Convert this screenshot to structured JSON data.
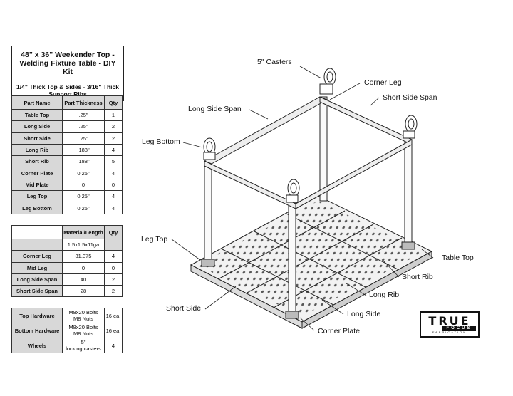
{
  "title": {
    "line1": "48\" x 36\" Weekender Top - Welding Fixture Table - DIY Kit",
    "line2": "1/4\" Thick Top & Sides - 3/16\" Thick Support Ribs"
  },
  "parts_table": {
    "headers": [
      "Part Name",
      "Part Thickness",
      "Qty"
    ],
    "rows": [
      [
        "Table Top",
        ".25\"",
        "1"
      ],
      [
        "Long Side",
        ".25\"",
        "2"
      ],
      [
        "Short Side",
        ".25\"",
        "2"
      ],
      [
        "Long Rib",
        ".188\"",
        "4"
      ],
      [
        "Short Rib",
        ".188\"",
        "5"
      ],
      [
        "Corner Plate",
        "0.25\"",
        "4"
      ],
      [
        "Mid Plate",
        "0",
        "0"
      ],
      [
        "Leg Top",
        "0.25\"",
        "4"
      ],
      [
        "Leg Bottom",
        "0.25\"",
        "4"
      ]
    ]
  },
  "frame_table": {
    "headers": [
      "",
      "Material/Length",
      "Qty"
    ],
    "material": "1.5x1.5x11ga",
    "rows": [
      [
        "Corner Leg",
        "31.375",
        "4"
      ],
      [
        "Mid Leg",
        "0",
        "0"
      ],
      [
        "Long Side Span",
        "40",
        "2"
      ],
      [
        "Short Side Span",
        "28",
        "2"
      ]
    ]
  },
  "hardware_table": {
    "rows": [
      [
        "Top Hardware",
        "M8x20 Bolts",
        "M8 Nuts",
        "16 ea."
      ],
      [
        "Bottom Hardware",
        "M8x20 Bolts",
        "M8 Nuts",
        "16 ea."
      ],
      [
        "Wheels",
        "5\"",
        "locking casters",
        "4"
      ]
    ]
  },
  "callouts": {
    "casters": "5\" Casters",
    "corner_leg": "Corner Leg",
    "short_side_span": "Short Side Span",
    "long_side_span": "Long Side Span",
    "leg_bottom": "Leg Bottom",
    "leg_top": "Leg Top",
    "table_top": "Table Top",
    "short_rib": "Short Rib",
    "long_rib": "Long Rib",
    "long_side": "Long Side",
    "short_side": "Short Side",
    "corner_plate": "Corner Plate"
  },
  "logo": {
    "word": "TRUE",
    "sub": "FOCUS",
    "tag": "FABRICATION"
  }
}
